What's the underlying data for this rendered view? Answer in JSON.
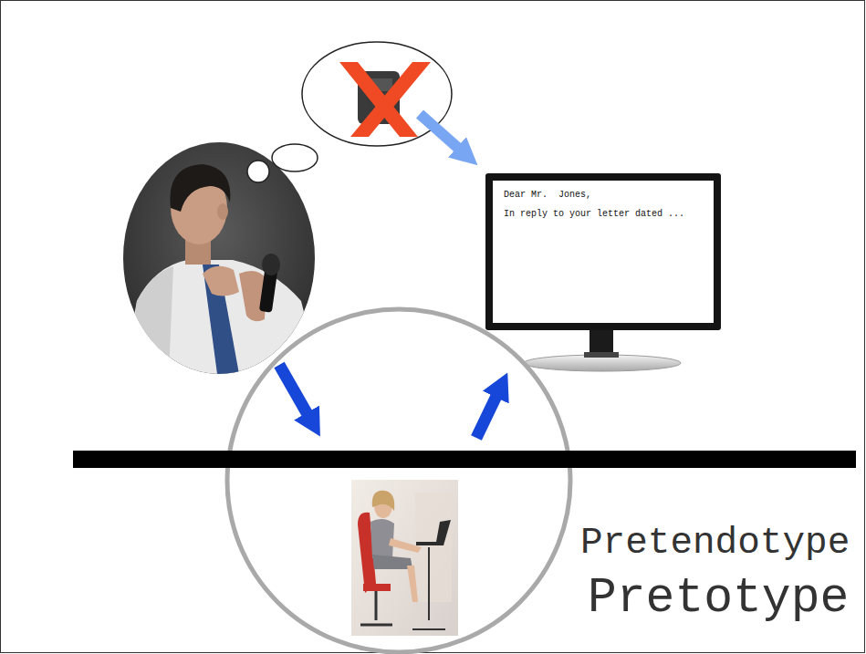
{
  "diagram": {
    "nodes": [
      {
        "text": [
          "Dear Mr.  Jones,",
          "In reply to your letter dated ..."
        ]
      }
    ],
    "labels": [
      "Pretendotype",
      "Pretotype"
    ]
  }
}
